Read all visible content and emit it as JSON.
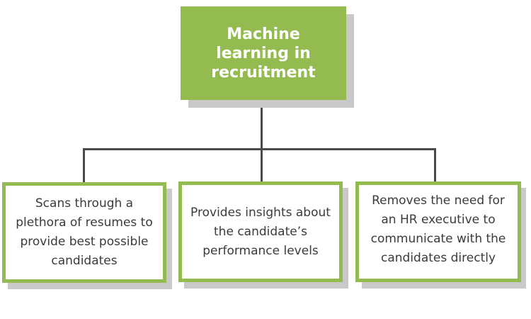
{
  "colors": {
    "accent_green": "#94bb4f",
    "connector": "#4a4a4a",
    "shadow": "#c9c9c9",
    "text": "#3b3b3b"
  },
  "root": {
    "title": "Machine learning in recruitment"
  },
  "children": [
    {
      "text": "Scans through a plethora of resumes to provide best possible candidates"
    },
    {
      "text": "Provides insights about the candidate’s performance levels"
    },
    {
      "text": "Removes the need for an HR executive to communicate with the candidates directly"
    }
  ]
}
